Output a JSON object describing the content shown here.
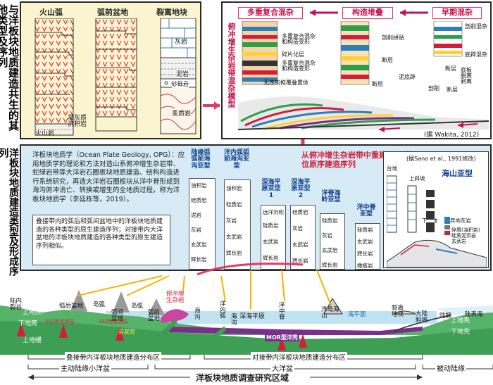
{
  "left_title": "与洋板块地质建造共生的其他类型及序列",
  "mid_left_title": "洋板块地质建造类型及形成序列",
  "top_left_panel": {
    "columns": [
      "火山弧",
      "弧前盆地",
      "裂离地块"
    ],
    "labels": {
      "tuff": "凝灰质\n沉积岩",
      "volcanic": "火山岩",
      "limestone": "灰岩",
      "mudstone": "泥岩",
      "sandstone": "砂砾岩",
      "metamorphic": "变质岩"
    }
  },
  "top_right_panel": {
    "stage1": "多重复合混杂",
    "stage2": "构造堆叠",
    "stage3": "早期混杂",
    "vertical_label": "俯冲增生杂岩带混杂模型",
    "labels": {
      "l1": "多重复合混杂\n和构造变形",
      "l2": "碎片化层",
      "l3": "多重复合混杂\n和构造变形",
      "l4": "无序的推覆叠置体",
      "l5": "剖削拼贴",
      "l6": "断层",
      "l7": "断层",
      "l8": "泥底辟",
      "l9": "剖削混杂",
      "l10": "底辟混杂",
      "l11": "断层",
      "l12": "底板\n脱离\n剥离",
      "l13": "剖削",
      "l14": "断层"
    },
    "credit": "(据 Wakita, 2012)"
  },
  "mid_panel": {
    "description": "洋板块地质学（Ocean Plate Geology, OPG）：应用地质学的理论和方法对造山系俯冲增生杂岩带、蛇绿岩带等大洋岩石圈板块地质建造、结构构造进行系统研究，再造大洋岩石圈板块从洋中脊形成到海沟俯冲消亡、转换或增生的全地质过程，称为洋板块地质学（李廷栋等，2019）。",
    "note": "叠接带内的弧后和弧间盆地中的洋板块地质建造的各种类型的原生建造序列；对接带内大洋盆地的洋板块地质建造的各种类型的原生建造序列相似。",
    "rebuild_title": "从俯冲增生杂岩带中重建OPG的原位原序建造序列",
    "cols": [
      {
        "head": "陆缘弧弧前海沟亚型",
        "labels": [
          "浊积岩",
          "硅质岩",
          "泥岩",
          "灰岩",
          "玄武岩",
          "辉长岩"
        ]
      },
      {
        "head": "洋内弧弧前海沟亚型",
        "labels": [
          "浊积岩",
          "硅质岩",
          "灰岩",
          "玄武岩",
          "辉长岩"
        ]
      },
      {
        "head": "深海平原亚型1",
        "labels": [
          "远洋沉积",
          "硅质岩",
          "玄武岩",
          "辉长岩"
        ]
      },
      {
        "head": "深海平原亚型2",
        "labels": [
          "硅质岩",
          "灰岩",
          "玄武岩",
          "辉长岩"
        ]
      },
      {
        "head": "洋脊海岭亚型",
        "labels": [
          "硅质岩",
          "灰岩",
          "玄武岩",
          "辉长岩"
        ]
      },
      {
        "head": "洋中脊亚型",
        "labels": [
          "硅质岩",
          "玄武岩",
          "辉长岩",
          "橄榄岩"
        ]
      }
    ],
    "inset_credit": "(据Sano et al., 1991修改)",
    "inset_title": "海山亚型",
    "inset_labels": [
      "台地",
      "上斜坡",
      "下斜坡",
      "异地灰岩",
      "碎屑(浊积岩)",
      "硅质泥页岩",
      "玄武岩",
      "洋岛"
    ]
  },
  "cross_section": {
    "top_labels": [
      "陆内裂谷",
      "弧后盆地",
      "岛弧",
      "弧间盆地",
      "岛弧",
      "弧前盆地",
      "俯冲增生杂岩",
      "海沟",
      "洋内弧",
      "海沟",
      "深海平原",
      "洋中脊",
      "洋岛海山",
      "海平面",
      "裂离地块",
      "大陆斜坡",
      "陆棚",
      "陆表海"
    ],
    "inner_labels": [
      "上地壳",
      "下地壳",
      "上地幔",
      "SSZ型蛇绿岩",
      "SSZ型蛇绿岩",
      "岩浆房",
      "MOR型洋壳",
      "上地壳",
      "下地壳"
    ],
    "brackets": [
      {
        "label": "叠接带内洋板块地质建造分布区"
      },
      {
        "label": "对接带内洋板块地质建造分布区"
      }
    ],
    "bottom_brackets": [
      "主动陆缘小洋盆",
      "大洋盆",
      "被动陆缘"
    ],
    "survey_label": "洋板块地质调查研究区域"
  },
  "colors": {
    "yellow_panel": "#fbf5cf",
    "blue_panel": "#d6ebf5",
    "accent_red": "#d21e3a",
    "accent_pink": "#e23a64",
    "ocean": "#bfe3f2",
    "crust_green": "#2e9e4b",
    "mantle_green": "#3fb35a",
    "oceanic_crust": "#7a2f8c"
  }
}
